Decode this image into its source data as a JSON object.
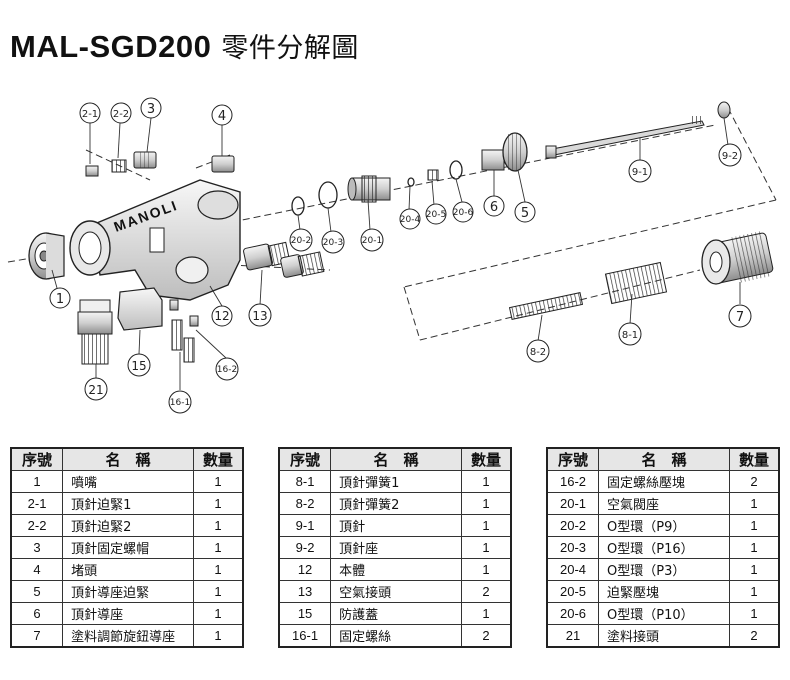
{
  "title": {
    "model": "MAL-SGD200",
    "suffix": "零件分解圖"
  },
  "brand": "MANOLI",
  "callouts": {
    "c1": "1",
    "c2_1": "2-1",
    "c2_2": "2-2",
    "c3": "3",
    "c4": "4",
    "c5": "5",
    "c6": "6",
    "c7": "7",
    "c8_1": "8-1",
    "c8_2": "8-2",
    "c9_1": "9-1",
    "c9_2": "9-2",
    "c12": "12",
    "c13": "13",
    "c15": "15",
    "c16_1": "16-1",
    "c16_2": "16-2",
    "c20_1": "20-1",
    "c20_2": "20-2",
    "c20_3": "20-3",
    "c20_4": "20-4",
    "c20_5": "20-5",
    "c20_6": "20-6",
    "c21": "21"
  },
  "table_headers": {
    "no": "序號",
    "name": "名　稱",
    "qty": "數量"
  },
  "tables": [
    [
      {
        "no": "1",
        "name": "噴嘴",
        "qty": "1"
      },
      {
        "no": "2-1",
        "name": "頂針迫緊1",
        "qty": "1"
      },
      {
        "no": "2-2",
        "name": "頂針迫緊2",
        "qty": "1"
      },
      {
        "no": "3",
        "name": "頂針固定螺帽",
        "qty": "1"
      },
      {
        "no": "4",
        "name": "堵頭",
        "qty": "1"
      },
      {
        "no": "5",
        "name": "頂針導座迫緊",
        "qty": "1"
      },
      {
        "no": "6",
        "name": "頂針導座",
        "qty": "1"
      },
      {
        "no": "7",
        "name": "塗料調節旋鈕導座",
        "qty": "1"
      }
    ],
    [
      {
        "no": "8-1",
        "name": "頂針彈簧1",
        "qty": "1"
      },
      {
        "no": "8-2",
        "name": "頂針彈簧2",
        "qty": "1"
      },
      {
        "no": "9-1",
        "name": "頂針",
        "qty": "1"
      },
      {
        "no": "9-2",
        "name": "頂針座",
        "qty": "1"
      },
      {
        "no": "12",
        "name": "本體",
        "qty": "1"
      },
      {
        "no": "13",
        "name": "空氣接頭",
        "qty": "2"
      },
      {
        "no": "15",
        "name": "防護蓋",
        "qty": "1"
      },
      {
        "no": "16-1",
        "name": "固定螺絲",
        "qty": "2"
      }
    ],
    [
      {
        "no": "16-2",
        "name": "固定螺絲壓塊",
        "qty": "2"
      },
      {
        "no": "20-1",
        "name": "空氣閥座",
        "qty": "1"
      },
      {
        "no": "20-2",
        "name": "O型環（P9）",
        "qty": "1"
      },
      {
        "no": "20-3",
        "name": "O型環（P16）",
        "qty": "1"
      },
      {
        "no": "20-4",
        "name": "O型環（P3）",
        "qty": "1"
      },
      {
        "no": "20-5",
        "name": "迫緊壓塊",
        "qty": "1"
      },
      {
        "no": "20-6",
        "name": "O型環（P10）",
        "qty": "1"
      },
      {
        "no": "21",
        "name": "塗料接頭",
        "qty": "2"
      }
    ]
  ]
}
